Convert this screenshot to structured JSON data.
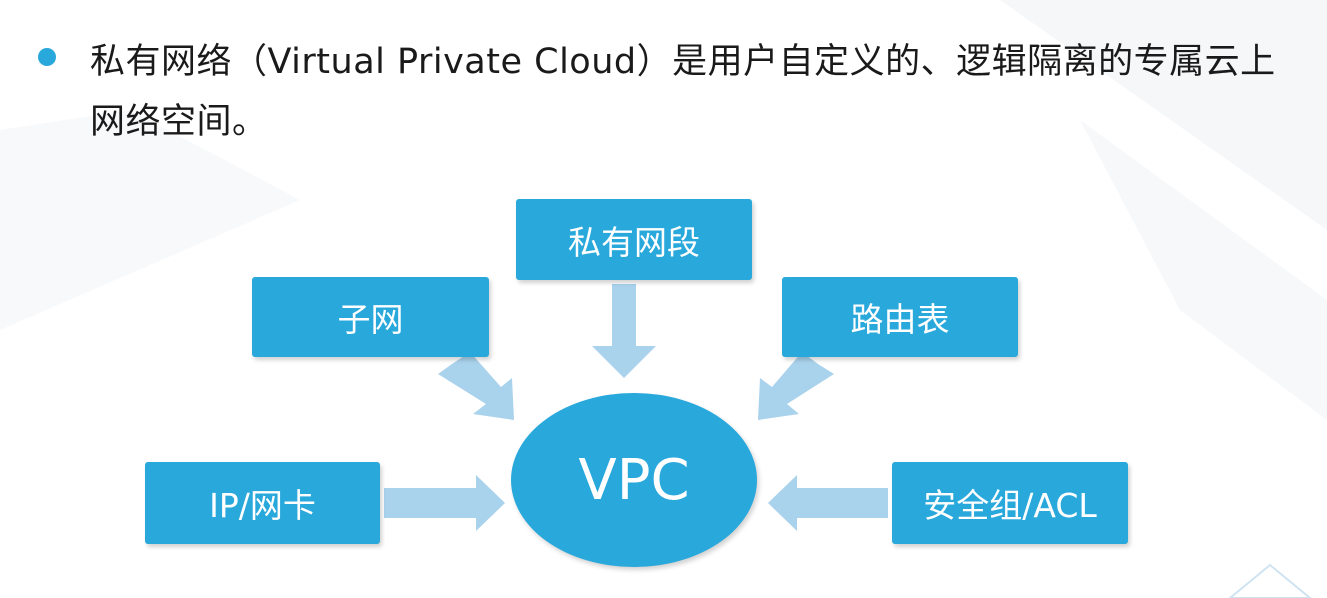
{
  "heading": {
    "text": "私有网络（Virtual Private Cloud）是用户自定义的、逻辑隔离的专属云上网络空间。"
  },
  "diagram": {
    "center": "VPC",
    "nodes": {
      "private_segment": "私有网段",
      "subnet": "子网",
      "route_table": "路由表",
      "ip_nic": "IP/网卡",
      "security_group_acl": "安全组/ACL"
    }
  },
  "colors": {
    "box": "#29a8dc",
    "arrow": "#a9d2ec",
    "bullet": "#29a8dc"
  }
}
